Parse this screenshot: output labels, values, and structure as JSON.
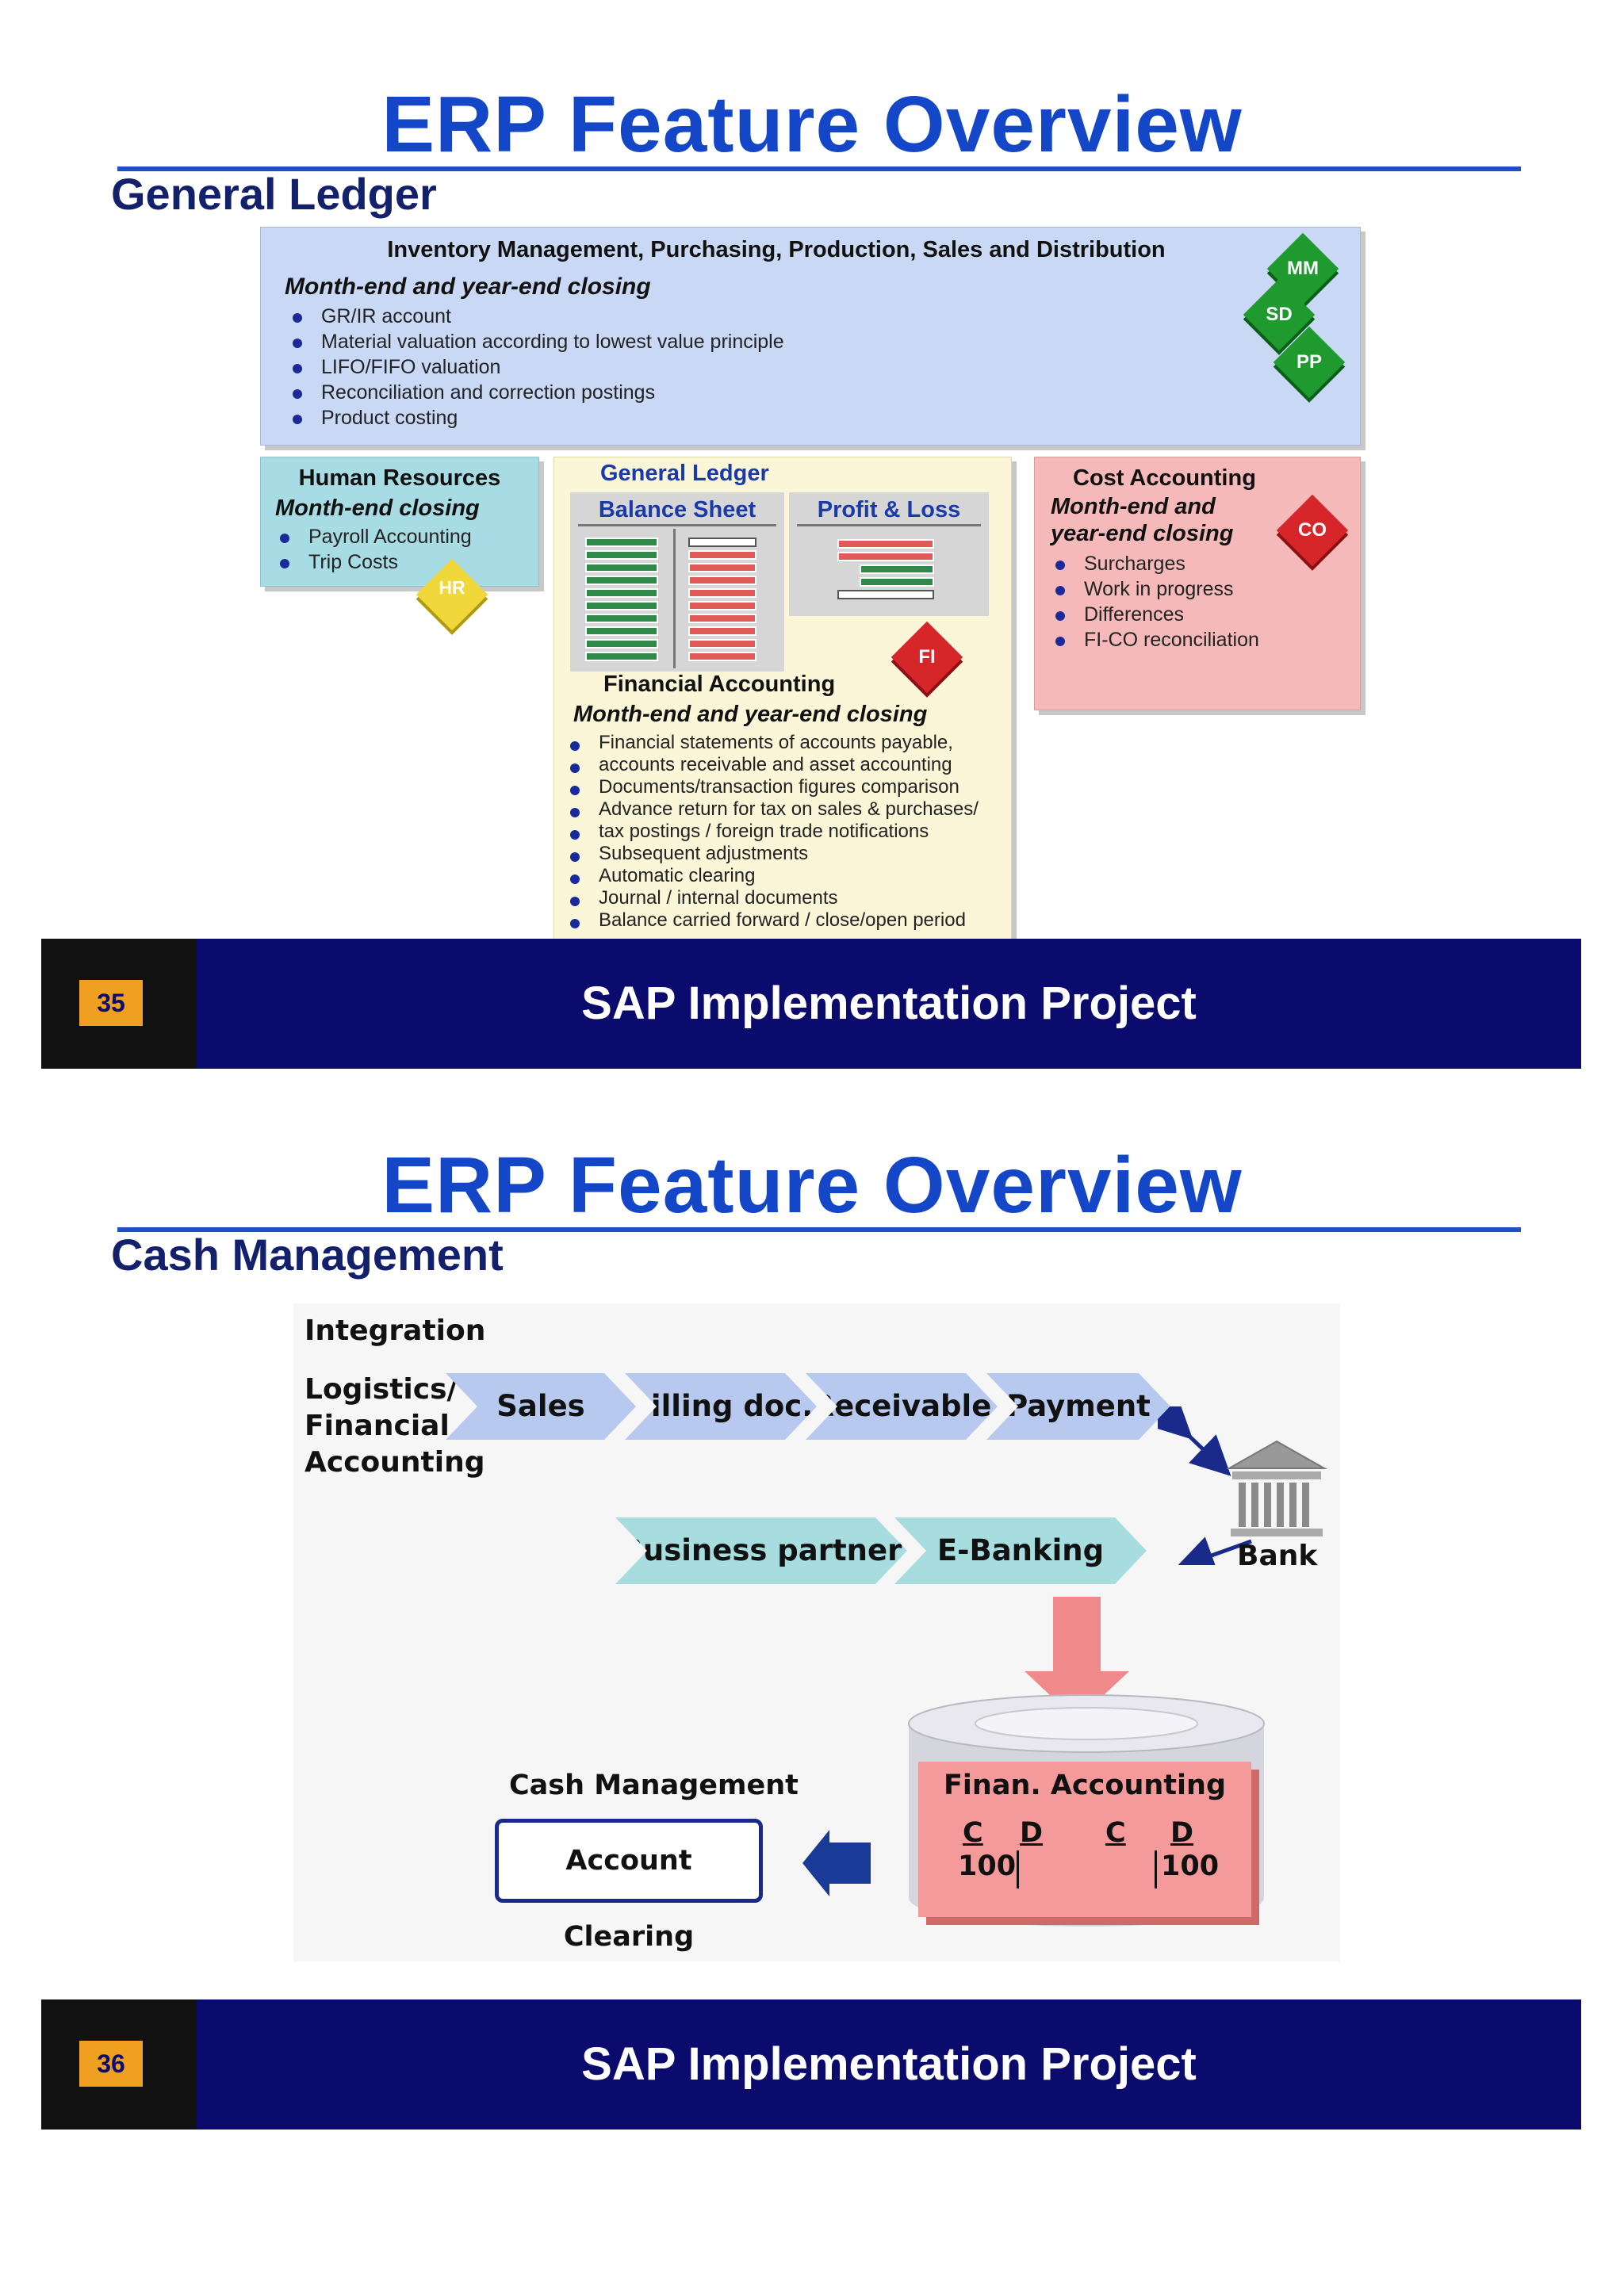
{
  "slide1": {
    "title": "ERP Feature Overview",
    "subtitle": "General Ledger",
    "top_box": {
      "header": "Inventory Management, Purchasing, Production, Sales and Distribution",
      "closing": "Month-end and year-end closing",
      "items": [
        "GR/IR account",
        "Material valuation according to lowest value principle",
        "LIFO/FIFO valuation",
        "Reconciliation and correction postings",
        "Product costing"
      ],
      "badges": [
        "MM",
        "SD",
        "PP"
      ]
    },
    "hr_box": {
      "header": "Human Resources",
      "closing": "Month-end closing",
      "items": [
        "Payroll Accounting",
        "Trip Costs"
      ],
      "badge": "HR"
    },
    "gl_box": {
      "header": "General Ledger",
      "balance_sheet": "Balance Sheet",
      "profit_loss": "Profit & Loss",
      "fi_badge": "FI",
      "fa_header": "Financial Accounting",
      "closing": "Month-end and year-end closing",
      "items": [
        "Financial statements of accounts payable,",
        "accounts receivable and asset accounting",
        "Documents/transaction figures comparison",
        "Advance return for tax on sales & purchases/",
        "tax postings / foreign trade notifications",
        "Subsequent adjustments",
        "Automatic clearing",
        "Journal / internal documents",
        "Balance carried forward / close/open period"
      ]
    },
    "co_box": {
      "header": "Cost Accounting",
      "closing_line1": "Month-end and",
      "closing_line2": "year-end closing",
      "items": [
        "Surcharges",
        "Work in progress",
        "Differences",
        "FI-CO reconciliation"
      ],
      "badge": "CO"
    },
    "footer": {
      "page": "35",
      "text": "SAP Implementation Project"
    }
  },
  "slide2": {
    "title": "ERP Feature Overview",
    "subtitle": "Cash Management",
    "integration": "Integration",
    "logistics_lines": [
      "Logistics/",
      "Financial",
      "Accounting"
    ],
    "flow_top": [
      "Sales Order",
      "Billing doc.",
      "Receivable",
      "Payment"
    ],
    "flow_bottom": [
      "Business partner",
      "E-Banking"
    ],
    "bank_label": "Bank",
    "cash_mgmt_label": "Cash Management",
    "account_clearing": "Account Clearing",
    "finan_accounting": "Finan. Accounting",
    "ledger": {
      "c1": "C",
      "d1": "D",
      "c2": "C",
      "d2": "D",
      "v1": "100",
      "v2": "100"
    },
    "footer": {
      "page": "36",
      "text": "SAP Implementation Project"
    }
  },
  "colors": {
    "title_blue": "#1446c8",
    "footer_navy": "#0b0b6e",
    "page_orange": "#f0a020"
  }
}
